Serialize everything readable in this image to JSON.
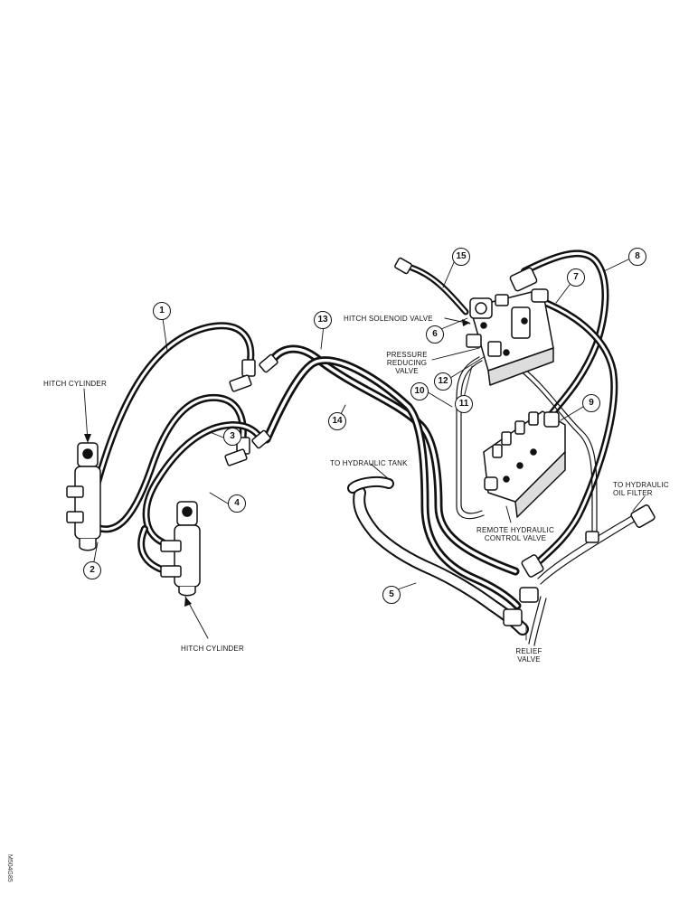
{
  "labels": {
    "hitch_cylinder_left": "HITCH CYLINDER",
    "hitch_cylinder_bottom": "HITCH CYLINDER",
    "hitch_solenoid_valve": "HITCH SOLENOID VALVE",
    "pressure_reducing_valve_l1": "PRESSURE",
    "pressure_reducing_valve_l2": "REDUCING",
    "pressure_reducing_valve_l3": "VALVE",
    "to_hydraulic_tank": "TO HYDRAULIC TANK",
    "to_hydraulic_oil_filter_l1": "TO HYDRAULIC",
    "to_hydraulic_oil_filter_l2": "OIL FILTER",
    "remote_hydraulic_control_valve_l1": "REMOTE HYDRAULIC",
    "remote_hydraulic_control_valve_l2": "CONTROL VALVE",
    "relief_valve_l1": "RELIEF",
    "relief_valve_l2": "VALVE"
  },
  "callouts": [
    "1",
    "2",
    "3",
    "4",
    "5",
    "6",
    "7",
    "8",
    "9",
    "10",
    "11",
    "12",
    "13",
    "14",
    "15"
  ],
  "figure_code": "M504G85"
}
